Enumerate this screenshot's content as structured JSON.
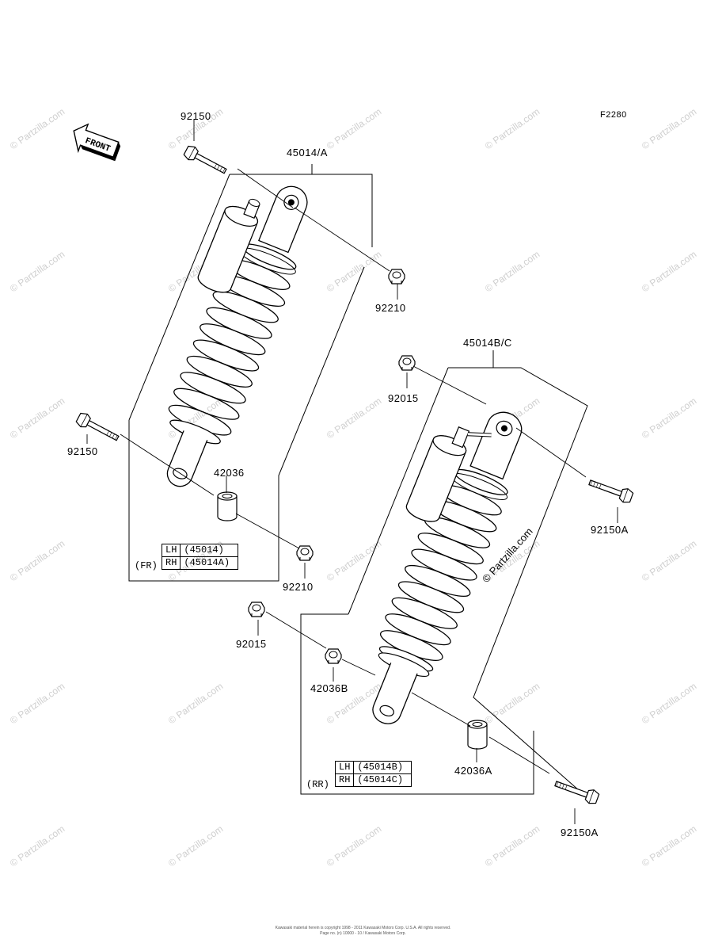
{
  "figure_number": "F2280",
  "front_label": "FRONT",
  "watermark": "© Partzilla.com",
  "front_shock": {
    "assembly_label": "45014/A",
    "top_bolt": "92150",
    "top_nut": "92210",
    "bottom_bolt": "92150",
    "collar": "42036",
    "bottom_nut": "92210",
    "variant": "(FR)",
    "table": [
      {
        "side": "LH",
        "part": "(45014)"
      },
      {
        "side": "RH",
        "part": "(45014A)"
      }
    ]
  },
  "rear_shock": {
    "assembly_label": "45014B/C",
    "top_nut": "92015",
    "top_bolt": "92150A",
    "bottom_nut": "92015",
    "bottom_collar_left": "42036B",
    "bottom_collar_right": "42036A",
    "bottom_bolt": "92150A",
    "variant": "(RR)",
    "table": [
      {
        "side": "LH",
        "part": "(45014B)"
      },
      {
        "side": "RH",
        "part": "(45014C)"
      }
    ]
  },
  "copyright_line1": "Kawasaki material herein is copyright 1998 - 2011 Kawasaki Motors Corp. U.S.A. All rights reserved.",
  "copyright_line2": "Page no. (n) 10000 - 10 / Kawasaki Motors Corp."
}
